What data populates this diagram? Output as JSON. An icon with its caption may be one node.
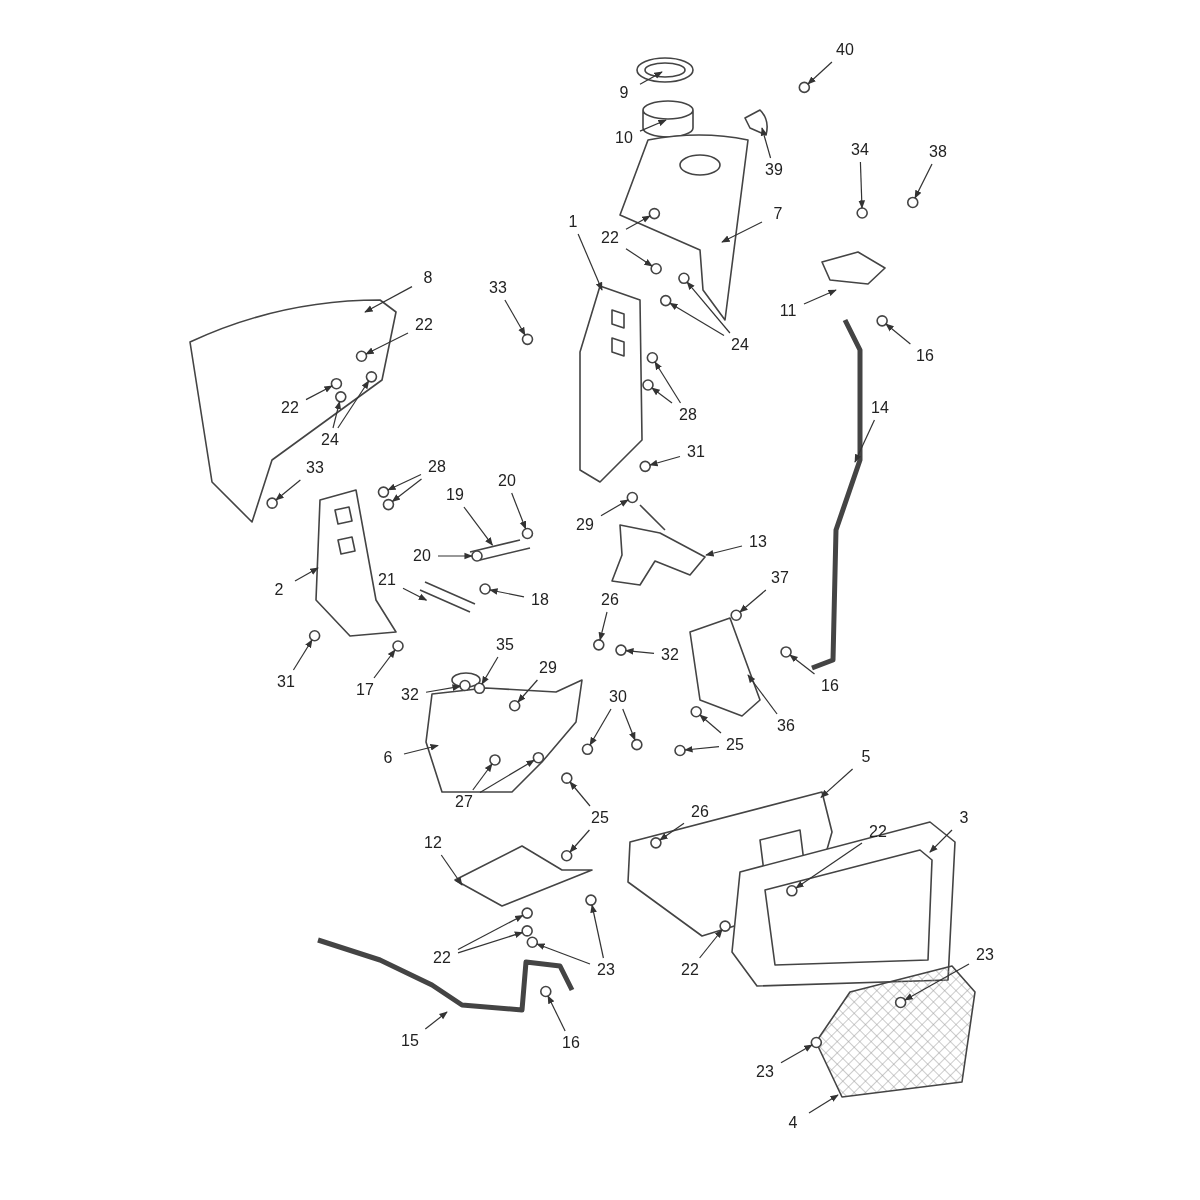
{
  "diagram": {
    "nodes": [
      {
        "text": [
          "40"
        ]
      },
      {
        "text": [
          "9"
        ]
      },
      {
        "text": [
          "10"
        ]
      },
      {
        "text": [
          "39"
        ]
      },
      {
        "text": [
          "34"
        ]
      },
      {
        "text": [
          "38"
        ]
      },
      {
        "text": [
          "7"
        ]
      },
      {
        "text": [
          "22"
        ]
      },
      {
        "text": [
          "1"
        ]
      },
      {
        "text": [
          "33"
        ]
      },
      {
        "text": [
          "8"
        ]
      },
      {
        "text": [
          "22"
        ]
      },
      {
        "text": [
          "24"
        ]
      },
      {
        "text": [
          "11"
        ]
      },
      {
        "text": [
          "16"
        ]
      },
      {
        "text": [
          "22"
        ]
      },
      {
        "text": [
          "24"
        ]
      },
      {
        "text": [
          "28"
        ]
      },
      {
        "text": [
          "14"
        ]
      },
      {
        "text": [
          "33"
        ]
      },
      {
        "text": [
          "28"
        ]
      },
      {
        "text": [
          "31"
        ]
      },
      {
        "text": [
          "20"
        ]
      },
      {
        "text": [
          "19"
        ]
      },
      {
        "text": [
          "29"
        ]
      },
      {
        "text": [
          "13"
        ]
      },
      {
        "text": [
          "20"
        ]
      },
      {
        "text": [
          "21"
        ]
      },
      {
        "text": [
          "2"
        ]
      },
      {
        "text": [
          "37"
        ]
      },
      {
        "text": [
          "18"
        ]
      },
      {
        "text": [
          "35"
        ]
      },
      {
        "text": [
          "26"
        ]
      },
      {
        "text": [
          "16"
        ]
      },
      {
        "text": [
          "32"
        ]
      },
      {
        "text": [
          "31"
        ]
      },
      {
        "text": [
          "17"
        ]
      },
      {
        "text": [
          "32"
        ]
      },
      {
        "text": [
          "29"
        ]
      },
      {
        "text": [
          "30"
        ]
      },
      {
        "text": [
          "6"
        ]
      },
      {
        "text": [
          "25"
        ]
      },
      {
        "text": [
          "36"
        ]
      },
      {
        "text": [
          "5"
        ]
      },
      {
        "text": [
          "27"
        ]
      },
      {
        "text": [
          "26"
        ]
      },
      {
        "text": [
          "25"
        ]
      },
      {
        "text": [
          "22"
        ]
      },
      {
        "text": [
          "3"
        ]
      },
      {
        "text": [
          "12"
        ]
      },
      {
        "text": [
          "22"
        ]
      },
      {
        "text": [
          "23"
        ]
      },
      {
        "text": [
          "22"
        ]
      },
      {
        "text": [
          "23"
        ]
      },
      {
        "text": [
          "15"
        ]
      },
      {
        "text": [
          "16"
        ]
      },
      {
        "text": [
          "23"
        ]
      },
      {
        "text": [
          "4"
        ]
      }
    ],
    "edges": [
      {
        "from": 0,
        "to": null,
        "arrow": "to"
      },
      {
        "from": 1,
        "to": null,
        "arrow": "to"
      },
      {
        "from": 2,
        "to": null,
        "arrow": "to"
      },
      {
        "from": 3,
        "to": null,
        "arrow": "to"
      },
      {
        "from": 4,
        "to": null,
        "arrow": "to"
      },
      {
        "from": 5,
        "to": null,
        "arrow": "to"
      },
      {
        "from": 6,
        "to": null,
        "arrow": "to"
      },
      {
        "from": 7,
        "to": null,
        "arrow": "to"
      },
      {
        "from": 7,
        "to": null,
        "arrow": "to"
      },
      {
        "from": 8,
        "to": null,
        "arrow": "to"
      },
      {
        "from": 9,
        "to": null,
        "arrow": "to"
      },
      {
        "from": 10,
        "to": null,
        "arrow": "to"
      },
      {
        "from": 11,
        "to": null,
        "arrow": "to"
      },
      {
        "from": 12,
        "to": null,
        "arrow": "to"
      },
      {
        "from": 12,
        "to": null,
        "arrow": "to"
      },
      {
        "from": 13,
        "to": null,
        "arrow": "to"
      },
      {
        "from": 14,
        "to": null,
        "arrow": "to"
      },
      {
        "from": 15,
        "to": null,
        "arrow": "to"
      },
      {
        "from": 16,
        "to": null,
        "arrow": "to"
      },
      {
        "from": 16,
        "to": null,
        "arrow": "to"
      },
      {
        "from": 17,
        "to": null,
        "arrow": "to"
      },
      {
        "from": 17,
        "to": null,
        "arrow": "to"
      },
      {
        "from": 18,
        "to": null,
        "arrow": "to"
      },
      {
        "from": 19,
        "to": null,
        "arrow": "to"
      },
      {
        "from": 20,
        "to": null,
        "arrow": "to"
      },
      {
        "from": 20,
        "to": null,
        "arrow": "to"
      },
      {
        "from": 21,
        "to": null,
        "arrow": "to"
      },
      {
        "from": 22,
        "to": null,
        "arrow": "to"
      },
      {
        "from": 23,
        "to": null,
        "arrow": "to"
      },
      {
        "from": 24,
        "to": null,
        "arrow": "to"
      },
      {
        "from": 25,
        "to": null,
        "arrow": "to"
      },
      {
        "from": 26,
        "to": null,
        "arrow": "to"
      },
      {
        "from": 27,
        "to": null,
        "arrow": "to"
      },
      {
        "from": 28,
        "to": null,
        "arrow": "to"
      },
      {
        "from": 29,
        "to": null,
        "arrow": "to"
      },
      {
        "from": 30,
        "to": null,
        "arrow": "to"
      },
      {
        "from": 31,
        "to": null,
        "arrow": "to"
      },
      {
        "from": 32,
        "to": null,
        "arrow": "to"
      },
      {
        "from": 33,
        "to": null,
        "arrow": "to"
      },
      {
        "from": 34,
        "to": null,
        "arrow": "to"
      },
      {
        "from": 35,
        "to": null,
        "arrow": "to"
      },
      {
        "from": 36,
        "to": null,
        "arrow": "to"
      },
      {
        "from": 37,
        "to": null,
        "arrow": "to"
      },
      {
        "from": 38,
        "to": null,
        "arrow": "to"
      },
      {
        "from": 39,
        "to": null,
        "arrow": "to"
      },
      {
        "from": 39,
        "to": null,
        "arrow": "to"
      },
      {
        "from": 40,
        "to": null,
        "arrow": "to"
      },
      {
        "from": 41,
        "to": null,
        "arrow": "to"
      },
      {
        "from": 41,
        "to": null,
        "arrow": "to"
      },
      {
        "from": 42,
        "to": null,
        "arrow": "to"
      },
      {
        "from": 43,
        "to": null,
        "arrow": "to"
      },
      {
        "from": 44,
        "to": null,
        "arrow": "to"
      },
      {
        "from": 44,
        "to": null,
        "arrow": "to"
      },
      {
        "from": 45,
        "to": null,
        "arrow": "to"
      },
      {
        "from": 46,
        "to": null,
        "arrow": "to"
      },
      {
        "from": 46,
        "to": null,
        "arrow": "to"
      },
      {
        "from": 47,
        "to": null,
        "arrow": "to"
      },
      {
        "from": 48,
        "to": null,
        "arrow": "to"
      },
      {
        "from": 49,
        "to": null,
        "arrow": "to"
      },
      {
        "from": 50,
        "to": null,
        "arrow": "to"
      },
      {
        "from": 50,
        "to": null,
        "arrow": "to"
      },
      {
        "from": 51,
        "to": null,
        "arrow": "to"
      },
      {
        "from": 51,
        "to": null,
        "arrow": "to"
      },
      {
        "from": 52,
        "to": null,
        "arrow": "to"
      },
      {
        "from": 53,
        "to": null,
        "arrow": "to"
      },
      {
        "from": 54,
        "to": null,
        "arrow": "to"
      },
      {
        "from": 55,
        "to": null,
        "arrow": "to"
      },
      {
        "from": 56,
        "to": null,
        "arrow": "to"
      },
      {
        "from": 57,
        "to": null,
        "arrow": "to"
      }
    ]
  }
}
